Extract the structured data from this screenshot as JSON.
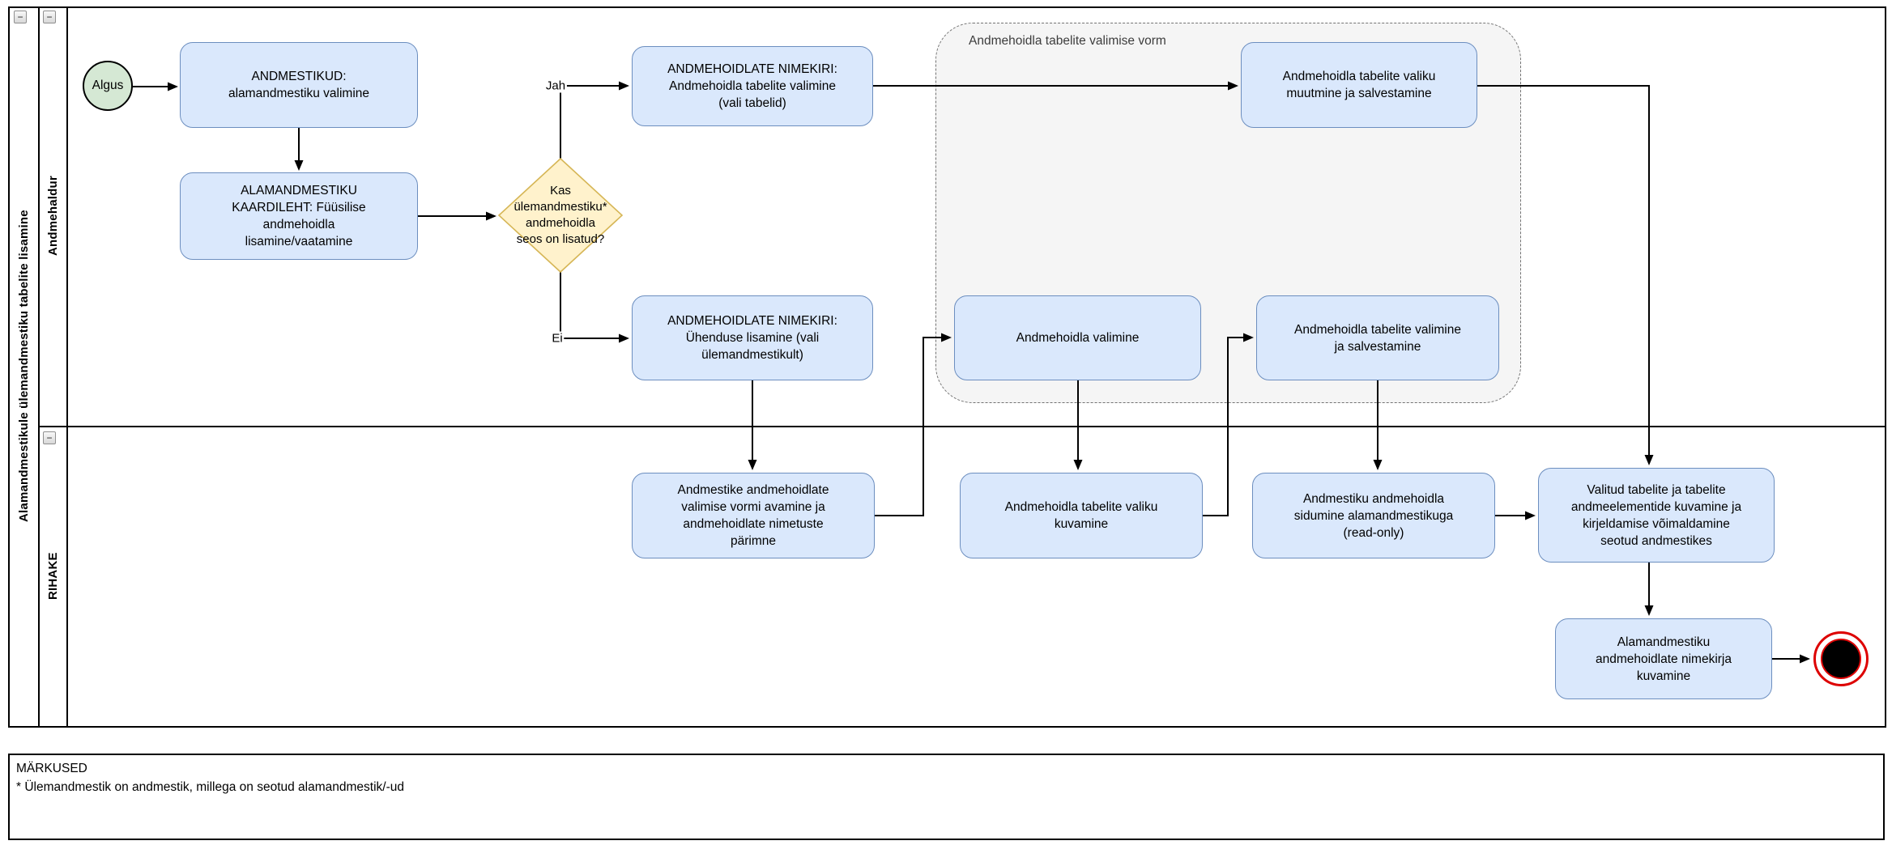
{
  "pool": {
    "title": "Alamandmestikule ülemandmestiku tabelite lisamine",
    "lanes": {
      "top": "Andmehaldur",
      "bottom": "RIHAKE"
    },
    "collapse_glyph": "−"
  },
  "group": {
    "label": "Andmehoidla tabelite valimise vorm"
  },
  "nodes": {
    "start": "Algus",
    "andmestikud": "ANDMESTIKUD:\nalamandmestiku valimine",
    "kaardileht": "ALAMANDMESTIKU\nKAARDILEHT: Füüsilise\nandmehoidla\nlisamine/vaatamine",
    "gateway": "Kas\nülemandmestiku*\nandmehoidla\nseos on lisatud?",
    "nimekiri_tabelid": "ANDMEHOIDLATE NIMEKIRI:\nAndmehoidla tabelite valimine\n(vali tabelid)",
    "nimekiri_yhendus": "ANDMEHOIDLATE NIMEKIRI:\nÜhenduse lisamine (vali\nülemandmestikult)",
    "valiku_muutmine": "Andmehoidla tabelite valiku\nmuutmine ja salvestamine",
    "andmehoidla_valimine": "Andmehoidla valimine",
    "tabelite_valimine_salvestamine": "Andmehoidla tabelite valimine\nja salvestamine",
    "vormi_avamine": "Andmestike andmehoidlate\nvalimise vormi avamine ja\nandmehoidlate nimetuste\npärimne",
    "valiku_kuvamine": "Andmehoidla tabelite valiku\nkuvamine",
    "sidumine": "Andmestiku andmehoidla\nsidumine alamandmestikuga\n(read-only)",
    "valitud_tabelite": "Valitud tabelite ja tabelite\nandmeelementide kuvamine ja\nkirjeldamise võimaldamine\nseotud andmestikes",
    "nimekirja_kuvamine": "Alamandmestiku\nandmehoidlate nimekirja\nkuvamine"
  },
  "edges": {
    "yes": "Jah",
    "no": "Ei"
  },
  "notes": {
    "title": "MÄRKUSED",
    "line1": "* Ülemandmestik on andmestik, millega on seotud alamandmestik/-ud"
  },
  "colors": {
    "task_fill": "#dae8fc",
    "task_border": "#6c8ebf",
    "start_fill": "#d5e8d4",
    "gateway_fill": "#fff2cc",
    "gateway_border": "#d6b656",
    "group_fill": "#f5f5f5",
    "end_ring": "#dd0000"
  }
}
